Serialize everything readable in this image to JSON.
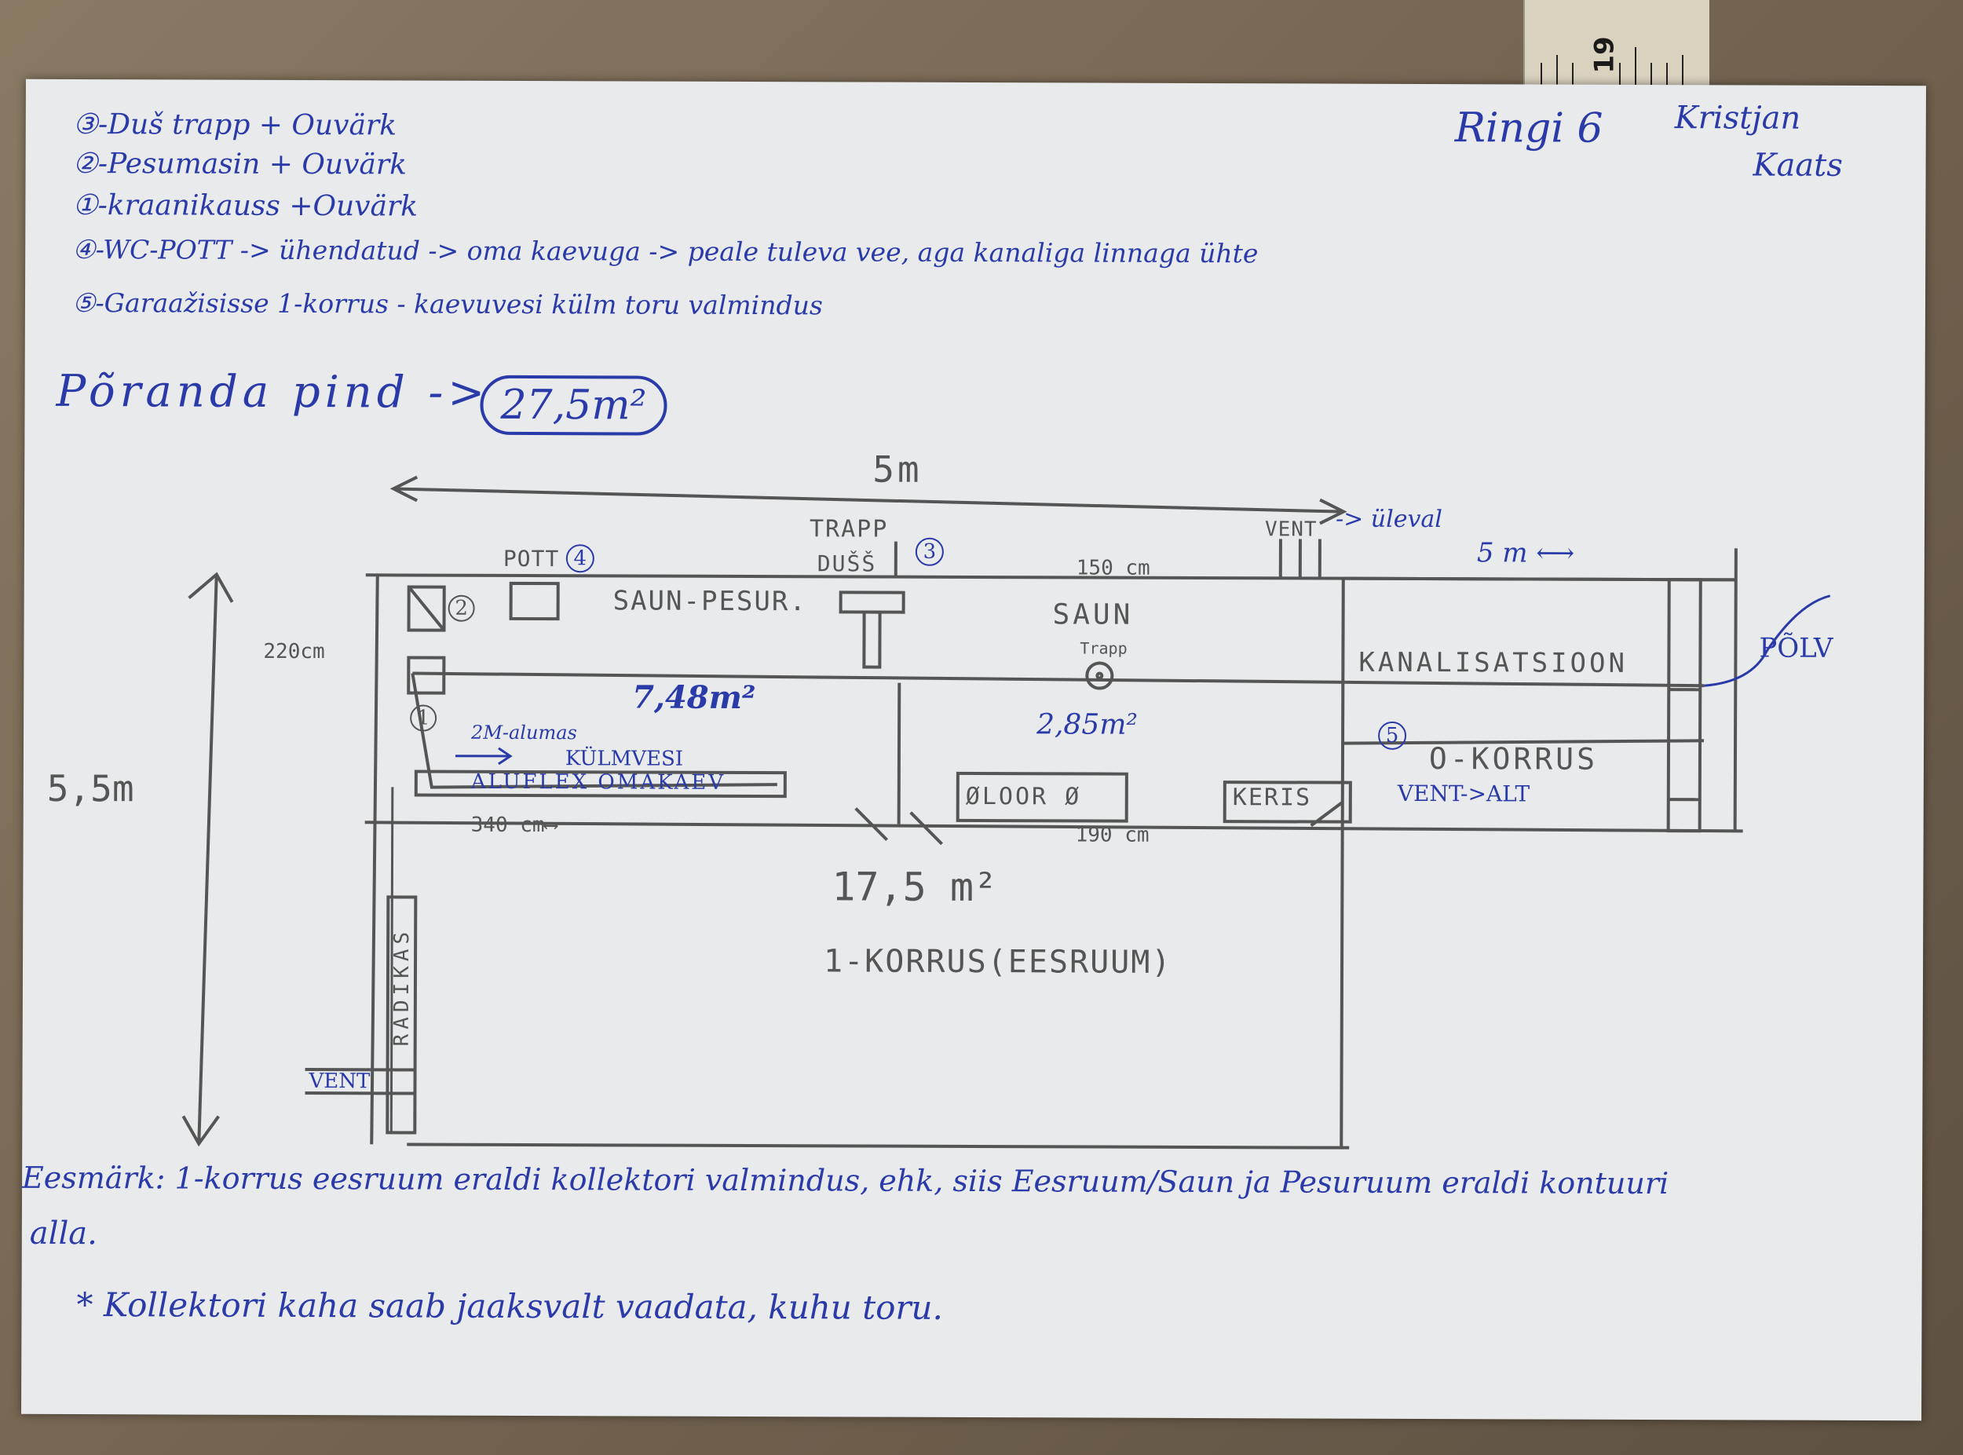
{
  "ruler": {
    "label": "19"
  },
  "header": {
    "address": "Ringi 6",
    "name_line1": "Kristjan",
    "name_line2": "Kaats"
  },
  "legend": [
    "③-Duš trapp + Ouvärk",
    "②-Pesumasin + Ouvärk",
    "①-kraanikauss +Ouvärk",
    "④-WC-POTT -> ühendatud -> oma kaevuga -> peale tuleva vee, aga kanaliga linnaga ühte",
    "⑤-Garaažisisse 1-korrus - kaevuvesi külm toru valmindus"
  ],
  "floor_area": {
    "label": "Põranda pind ->",
    "value": "27,5m²"
  },
  "dimensions": {
    "width_top": "5m",
    "height_left": "5,5m",
    "side_right": "5 m ⟷",
    "d_220": "220cm",
    "d_150": "150 cm",
    "d_340": "340 cm⟷",
    "d_190": "190 cm"
  },
  "rooms": {
    "saun_pesur": "SAUN-PESUR.",
    "saun": "SAUN",
    "kanalisatsioon": "KANALISATSIOON",
    "o_korrus": "O-KORRUS",
    "eesruum_area": "17,5 m²",
    "eesruum_label": "1-KORRUS(EESRUUM)"
  },
  "labels": {
    "pott": "POTT",
    "trapp_top": "TRAPP",
    "dushs": "DUŠŠ",
    "vent_top": "VENT",
    "vent_uleval": "-> üleval",
    "polv": "PÕLV",
    "trapp_small": "Trapp",
    "area_748": "7,48m²",
    "area_285": "2,85m²",
    "umbes_2m": "2M-alumas",
    "kulmvesi": "KÜLMVESI",
    "aluflex": "ALUFLEX OMAKAEV",
    "oloor": "ØLOOR Ø",
    "keris": "KERIS",
    "vent_alt": "VENT->ALT",
    "radikas": "RADIKAS",
    "vent_bottom": "VENT",
    "c1": "1",
    "c2": "2",
    "c3": "3",
    "c4": "4",
    "c5": "5"
  },
  "notes": {
    "goal_line1": "Eesmärk: 1-korrus eesruum eraldi kollektori valmindus, ehk, siis Eesruum/Saun ja Pesuruum eraldi kontuuri",
    "goal_line2": "alla.",
    "goal_line3": "* Kollektori kaha saab jaaksvalt vaadata, kuhu toru."
  },
  "colors": {
    "ink": "#2a3aa8",
    "pencil": "#555555",
    "paper": "#e8eaec"
  }
}
